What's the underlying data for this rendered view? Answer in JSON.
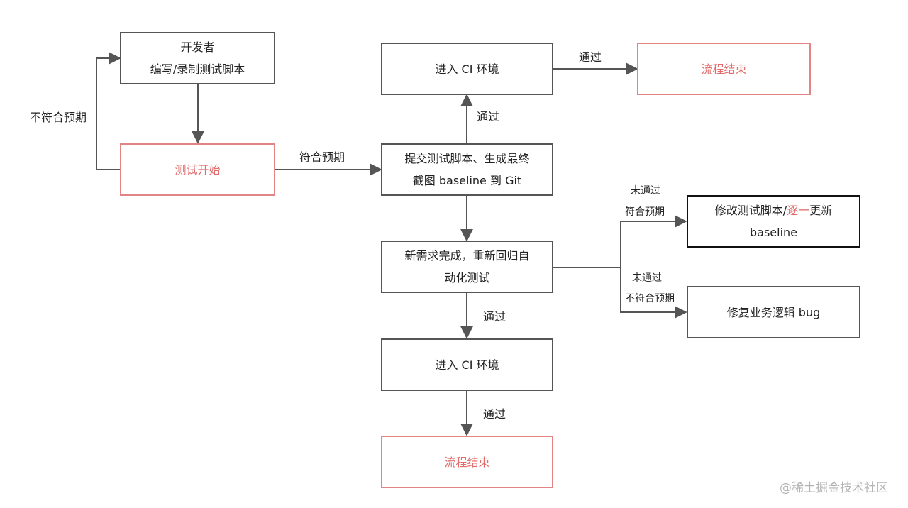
{
  "nodes": {
    "developer": {
      "line1": "开发者",
      "line2": "编写/录制测试脚本"
    },
    "test_start": {
      "label": "测试开始"
    },
    "submit": {
      "line1": "提交测试脚本、生成最终",
      "line2": "截图 baseline 到 Git"
    },
    "ci_top": {
      "label": "进入 CI  环境"
    },
    "end_top": {
      "label": "流程结束"
    },
    "regression": {
      "line1": "新需求完成，重新回归自",
      "line2": "动化测试"
    },
    "ci_bottom": {
      "label": "进入 CI  环境"
    },
    "end_bottom": {
      "label": "流程结束"
    },
    "fix_script": {
      "line1_a": "修改测试脚本/",
      "line1_b": "逐一",
      "line1_c": "更新",
      "line2": "baseline"
    },
    "fix_bug": {
      "label": "修复业务逻辑 bug"
    }
  },
  "edge_labels": {
    "not_expected": "不符合预期",
    "expected": "符合预期",
    "pass_up": "通过",
    "pass_right": "通过",
    "pass_down_1": "通过",
    "pass_down_2": "通过",
    "fail_expected_1": "未通过",
    "fail_expected_2": "符合预期",
    "fail_unexpected_1": "未通过",
    "fail_unexpected_2": "不符合预期"
  },
  "watermark": "@稀土掘金技术社区",
  "colors": {
    "border": "#555555",
    "accent_border": "#e08484",
    "accent_text": "#e06c6c",
    "arrow": "#555555"
  }
}
